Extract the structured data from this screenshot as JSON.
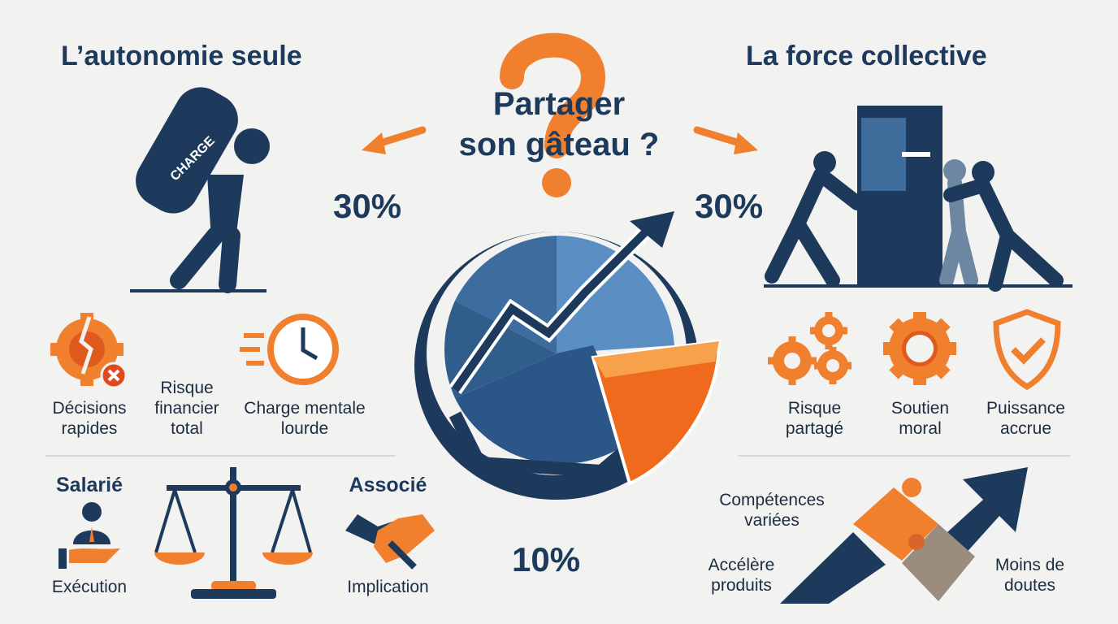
{
  "left": {
    "title": "L’autonomie seule",
    "percent": "30%",
    "backpack_label": "CHARGE",
    "items": [
      {
        "label_line1": "Décisions",
        "label_line2": "rapides",
        "icon": "broken-gear-icon"
      },
      {
        "label_line1": "Risque",
        "label_line2": "financier",
        "label_line3": "total",
        "icon": "none"
      },
      {
        "label_line1": "Charge mentale",
        "label_line2": "lourde",
        "icon": "clock-icon"
      }
    ]
  },
  "center": {
    "question_line1": "Partager",
    "question_line2": "son gâteau ?",
    "bottom_percent": "10%"
  },
  "right": {
    "title": "La force collective",
    "percent": "30%",
    "items": [
      {
        "label_line1": "Risque",
        "label_line2": "partagé",
        "icon": "gears-icon"
      },
      {
        "label_line1": "Soutien",
        "label_line2": "moral",
        "icon": "gear-icon"
      },
      {
        "label_line1": "Puissance",
        "label_line2": "accrue",
        "icon": "shield-check-icon"
      }
    ],
    "puzzle_labels": {
      "top_line1": "Compétences",
      "top_line2": "variées",
      "left_line1": "Accélère",
      "left_line2": "produits",
      "right_line1": "Moins de",
      "right_line2": "doutes"
    }
  },
  "roles": {
    "employee": {
      "title": "Salarié",
      "label": "Exécution"
    },
    "partner": {
      "title": "Associé",
      "label": "Implication"
    }
  },
  "colors": {
    "navy": "#1d3a5c",
    "orange": "#f07f2e",
    "background": "#f2f2f1",
    "taupe": "#9a8d80"
  }
}
